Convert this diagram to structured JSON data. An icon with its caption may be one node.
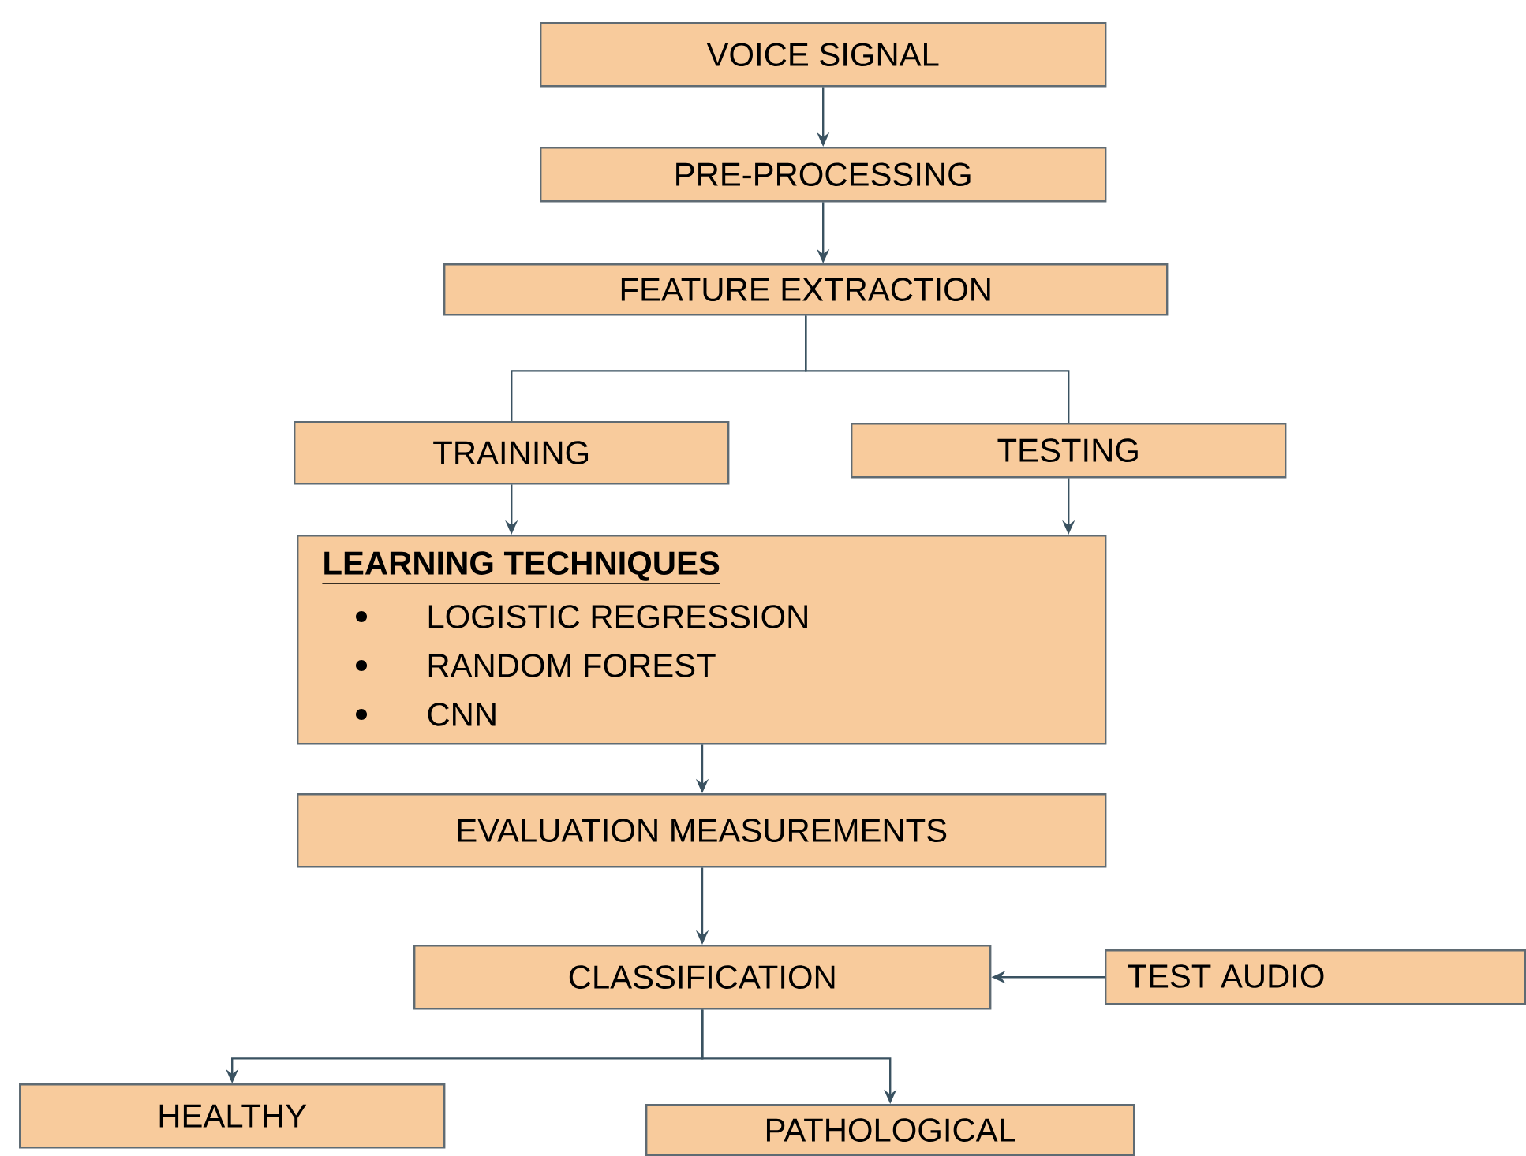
{
  "diagram": {
    "nodes": [
      {
        "text": [
          "VOICE SIGNAL"
        ]
      },
      {
        "text": [
          "PRE-PROCESSING"
        ]
      },
      {
        "text": [
          "FEATURE EXTRACTION"
        ]
      },
      {
        "text": [
          "TRAINING"
        ]
      },
      {
        "text": [
          "TESTING"
        ]
      },
      {
        "text": [
          "LEARNING TECHNIQUES",
          "LOGISTIC REGRESSION",
          "RANDOM FOREST",
          "CNN"
        ]
      },
      {
        "text": [
          "EVALUATION  MEASUREMENTS"
        ]
      },
      {
        "text": [
          "CLASSIFICATION"
        ]
      },
      {
        "text": [
          "TEST AUDIO"
        ]
      },
      {
        "text": [
          "HEALTHY"
        ]
      },
      {
        "text": [
          "PATHOLOGICAL"
        ]
      }
    ],
    "edges": [
      {
        "from": 0,
        "to": 1,
        "arrow": "to"
      },
      {
        "from": 1,
        "to": 2,
        "arrow": "to"
      },
      {
        "from": 2,
        "to": 3,
        "arrow": "none"
      },
      {
        "from": 2,
        "to": 4,
        "arrow": "none"
      },
      {
        "from": 3,
        "to": 5,
        "arrow": "to"
      },
      {
        "from": 4,
        "to": 5,
        "arrow": "to"
      },
      {
        "from": 5,
        "to": 6,
        "arrow": "to"
      },
      {
        "from": 6,
        "to": 7,
        "arrow": "to"
      },
      {
        "from": 8,
        "to": 7,
        "arrow": "to"
      },
      {
        "from": 7,
        "to": 9,
        "arrow": "to"
      },
      {
        "from": 7,
        "to": 10,
        "arrow": "to"
      }
    ]
  }
}
